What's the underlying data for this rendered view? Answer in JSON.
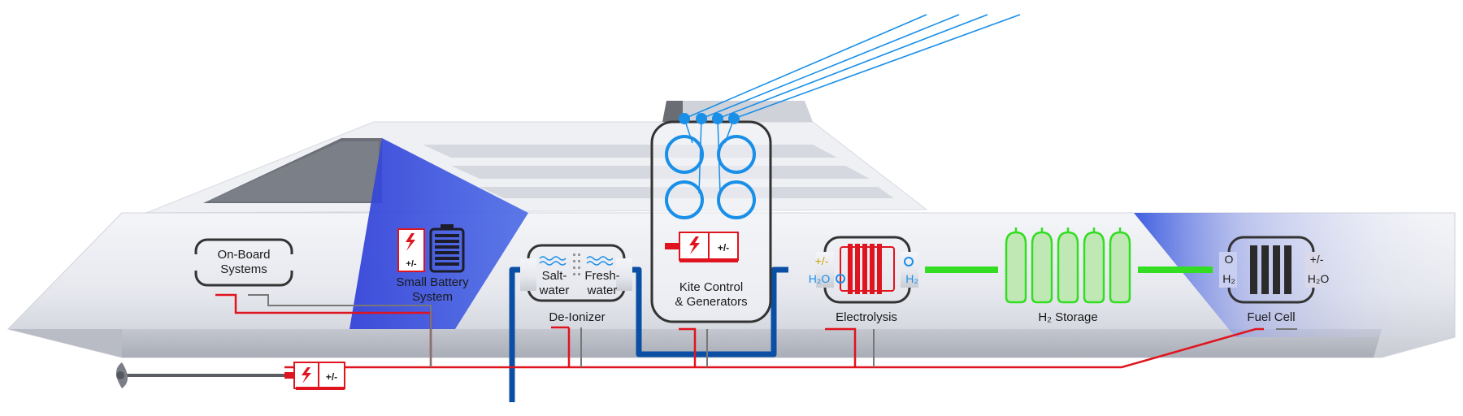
{
  "labels": {
    "onboard_line1": "On-Board",
    "onboard_line2": "Systems",
    "battery_line1": "Small Battery",
    "battery_line2": "System",
    "battery_sign": "+/-",
    "deionizer": "De-Ionizer",
    "saltwater_line1": "Salt-",
    "saltwater_line2": "water",
    "freshwater_line1": "Fresh-",
    "freshwater_line2": "water",
    "kite_line1": "Kite Control",
    "kite_line2": "& Generators",
    "kite_sign": "+/-",
    "electrolysis": "Electrolysis",
    "elec_sign": "+/-",
    "elec_h2o": "H₂O",
    "elec_o": "O",
    "elec_h2": "H₂",
    "h2storage": "H₂ Storage",
    "fuelcell": "Fuel Cell",
    "fc_o": "O",
    "fc_h2": "H₂",
    "fc_sign": "+/-",
    "fc_h2o": "H₂O",
    "motor_sign": "+/-"
  },
  "colors": {
    "power_line": "#e0141e",
    "water_pipe": "#0a4fa3",
    "hydrogen_pipe": "#33dd22",
    "kite_blue": "#1a8fe8",
    "hull_accent": "#3f5ee0",
    "component_outline": "#2b2b2b"
  }
}
